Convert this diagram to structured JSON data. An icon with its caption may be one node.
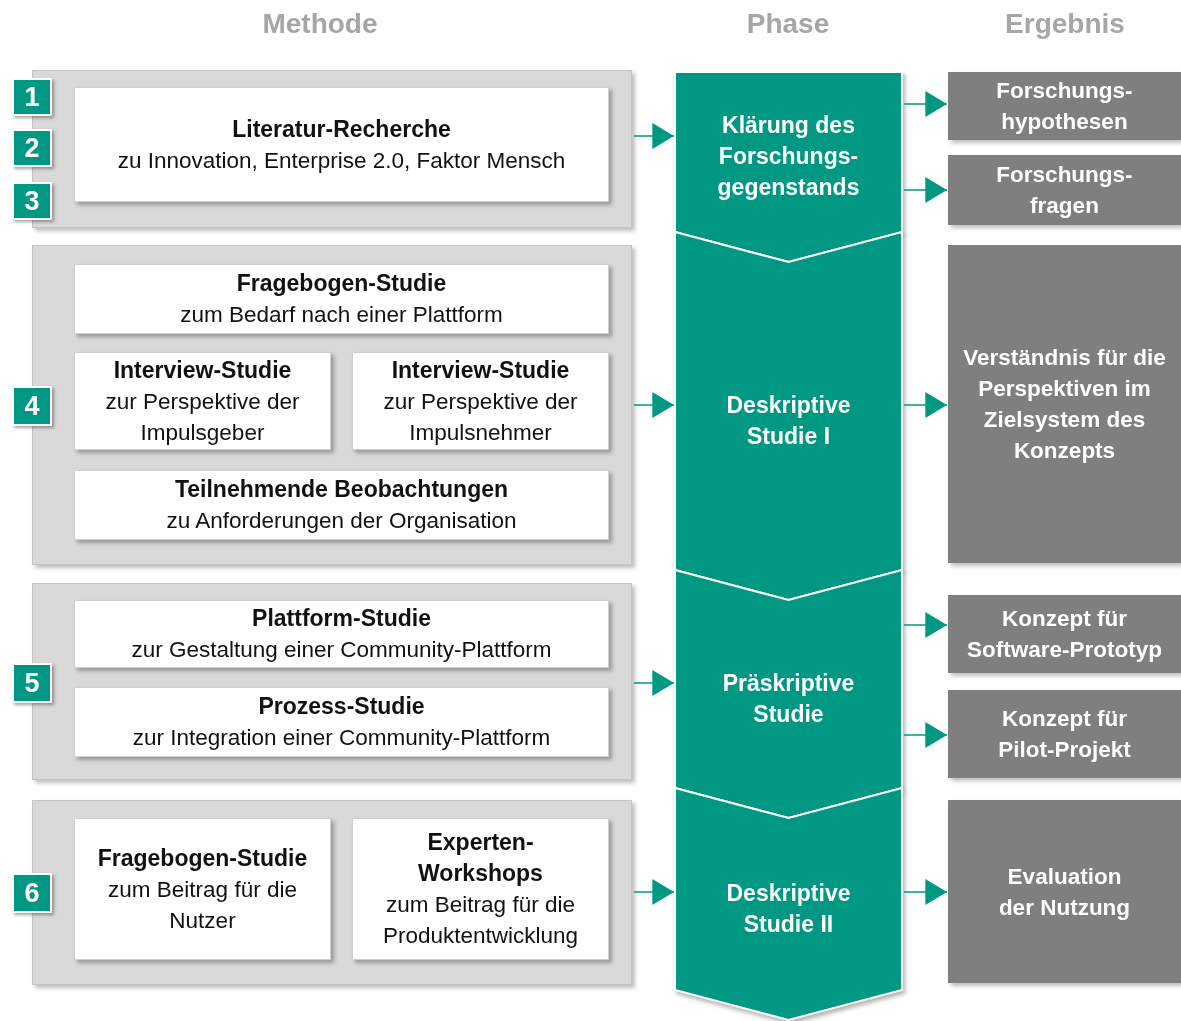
{
  "diagram": {
    "nodes": [
      {
        "text": [],
        "shape": "box"
      },
      {
        "text": [
          "1"
        ]
      },
      {
        "text": [
          "2"
        ]
      },
      {
        "text": [
          "3"
        ]
      },
      {
        "text": [
          "Literatur-Recherche",
          "zu Innovation, Enterprise 2.0, Faktor Mensch"
        ],
        "in": 0
      },
      {
        "text": [
          "Klärung des Forschungs- gegenstands"
        ]
      },
      {
        "text": [
          "Forschungs- hypothesen"
        ]
      },
      {
        "text": [
          "Forschungs- fragen"
        ]
      },
      {
        "text": [],
        "shape": "box"
      },
      {
        "text": [
          "4"
        ]
      },
      {
        "text": [
          "Fragebogen-Studie",
          "zum Bedarf nach einer Plattform"
        ],
        "in": 8
      },
      {
        "text": [
          "Interview-Studie",
          "zur Perspektive der Impulsgeber"
        ],
        "in": 8
      },
      {
        "text": [
          "Interview-Studie",
          "zur Perspektive der Impulsnehmer"
        ],
        "in": 8
      },
      {
        "text": [
          "Teilnehmende Beobachtungen",
          "zu Anforderungen der Organisation"
        ],
        "in": 8
      },
      {
        "text": [
          "Deskriptive Studie I"
        ]
      },
      {
        "text": [
          "Verständnis für die Perspektiven im Zielsystem des Konzepts"
        ]
      },
      {
        "text": [],
        "shape": "box"
      },
      {
        "text": [
          "5"
        ]
      },
      {
        "text": [
          "Plattform-Studie",
          "zur Gestaltung einer Community-Plattform"
        ],
        "in": 16
      },
      {
        "text": [
          "Prozess-Studie",
          "zur Integration einer Community-Plattform"
        ],
        "in": 16
      },
      {
        "text": [
          "Präskriptive Studie"
        ]
      },
      {
        "text": [
          "Konzept für Software-Prototyp"
        ]
      },
      {
        "text": [
          "Konzept für Pilot-Projekt"
        ]
      },
      {
        "text": [],
        "shape": "box"
      },
      {
        "text": [
          "6"
        ]
      },
      {
        "text": [
          "Fragebogen-Studie",
          "zum Beitrag für die Nutzer"
        ],
        "in": 23
      },
      {
        "text": [
          "Experten- Workshops",
          "zum Beitrag für die Produktentwicklung"
        ],
        "in": 23
      },
      {
        "text": [
          "Deskriptive Studie II"
        ]
      },
      {
        "text": [
          "Evaluation der Nutzung"
        ]
      }
    ],
    "edges": [
      {
        "from": 0,
        "to": 5,
        "arrow": "to"
      },
      {
        "from": 5,
        "to": 6,
        "arrow": "to"
      },
      {
        "from": 5,
        "to": 7,
        "arrow": "to"
      },
      {
        "from": 8,
        "to": 14,
        "arrow": "to"
      },
      {
        "from": 14,
        "to": 15,
        "arrow": "to"
      },
      {
        "from": 16,
        "to": 20,
        "arrow": "to"
      },
      {
        "from": 20,
        "to": 21,
        "arrow": "to"
      },
      {
        "from": 20,
        "to": 22,
        "arrow": "to"
      },
      {
        "from": 23,
        "to": 27,
        "arrow": "to"
      },
      {
        "from": 27,
        "to": 28,
        "arrow": "to"
      }
    ],
    "labels": [
      "Methode",
      "Phase",
      "Ergebnis"
    ]
  }
}
